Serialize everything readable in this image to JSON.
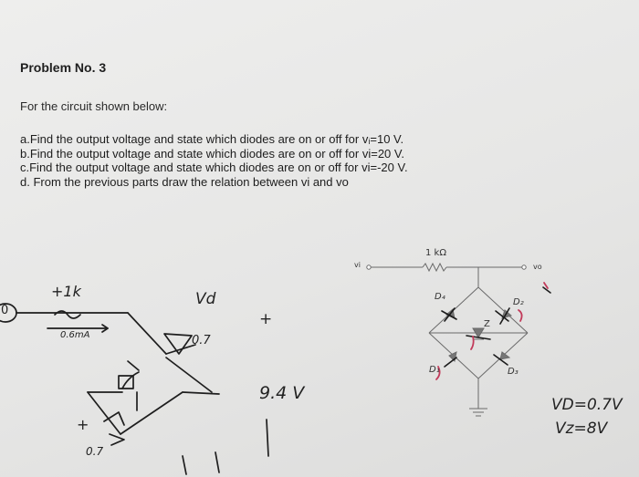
{
  "problem": {
    "title": "Problem No. 3",
    "intro": "For the circuit shown below:",
    "items": [
      "a.Find the output voltage and state which diodes are on or off for vᵢ=10 V.",
      "b.Find the output voltage and state which diodes are on or off for vi=20 V.",
      "c.Find the output voltage and state which diodes are on or off for vi=-20 V.",
      "d. From the previous parts draw the relation between vi and vo"
    ]
  },
  "circuit_labels": {
    "resistor": "1 kΩ",
    "vi_terminal": "vi",
    "vo_terminal": "vo",
    "diode_1": "D₁",
    "diode_2": "D₂",
    "diode_3": "D₃",
    "diode_4": "D₄",
    "zener": "Z"
  },
  "handwriting": {
    "circle_label": "0",
    "resistor": "+1k",
    "current": "0.6mA",
    "vd_symbol": "Vd",
    "plus_mid": "+",
    "vd_value": "0.7",
    "output_value": "9.4 V",
    "plus_left": "+",
    "bottom_value": "0.7",
    "vd_note": "VD=0.7V",
    "vz_note": "Vz=8V"
  }
}
